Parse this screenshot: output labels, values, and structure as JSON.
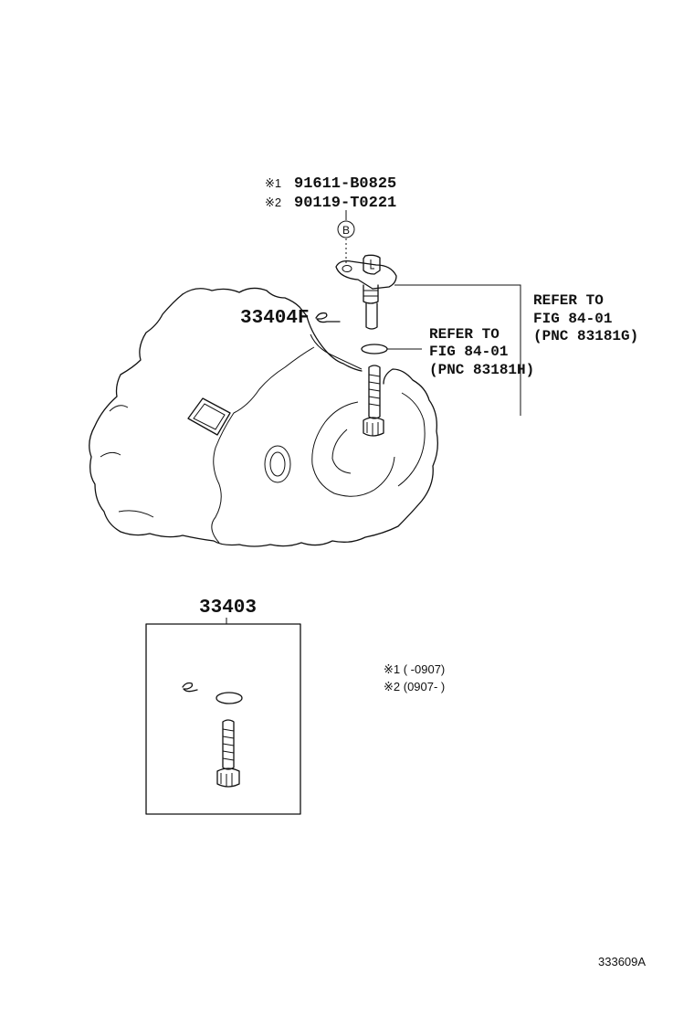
{
  "labels": {
    "note1_mark": "※1",
    "note1_part": "91611-B0825",
    "note2_mark": "※2",
    "note2_part": "90119-T0221",
    "bolt_tag": "B",
    "part_33404f": "33404F",
    "refer1_line1": "REFER TO",
    "refer1_line2": "FIG 84-01",
    "refer1_line3": "(PNC 83181G)",
    "refer2_line1": "REFER TO",
    "refer2_line2": "FIG 84-01",
    "refer2_line3": "(PNC 83181H)",
    "part_33403": "33403",
    "legend1": "※1 (      -0907)",
    "legend2": "※2 (0907-      )",
    "diagram_number": "333609A"
  }
}
